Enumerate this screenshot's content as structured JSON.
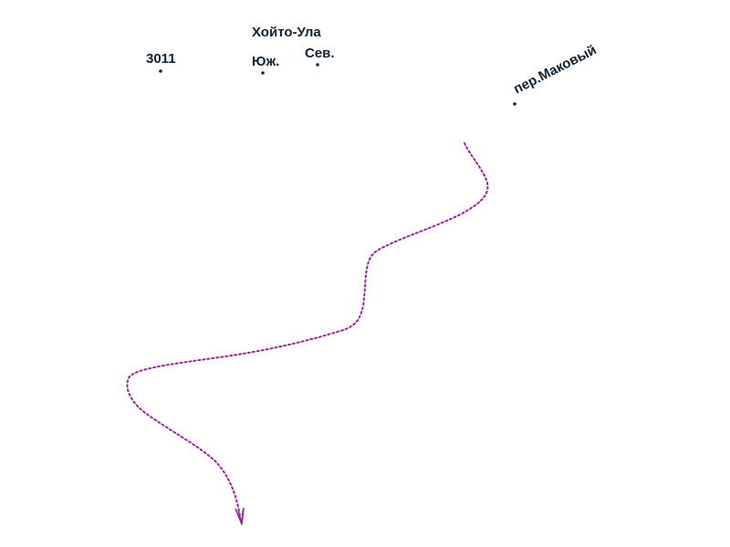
{
  "map": {
    "labels": {
      "point_3011": "3011",
      "khoito_ula": "Хойто-Ула",
      "yuzh": "Юж.",
      "sev": "Сев.",
      "makovy": "пер.Маковый"
    },
    "route": {
      "color": "#a020a0",
      "style": "dotted",
      "arrow": "arrow-head-icon"
    },
    "colors": {
      "label": "#0e2233",
      "background": "#ffffff"
    }
  }
}
